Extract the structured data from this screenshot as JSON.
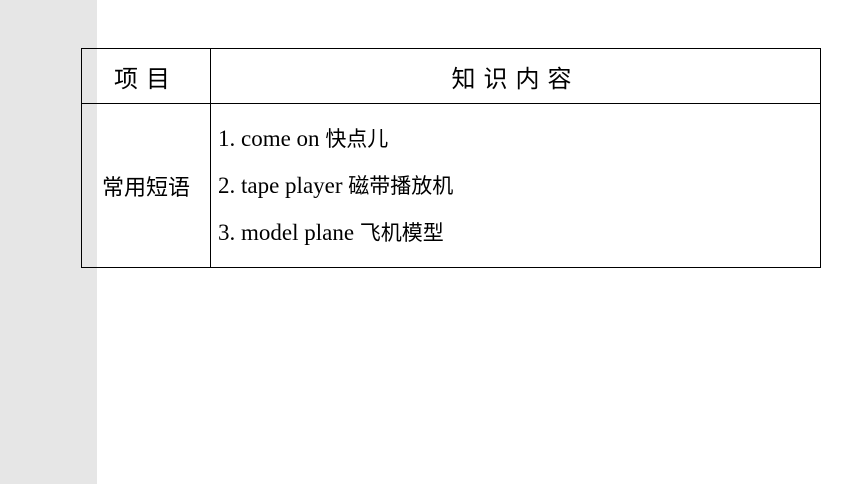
{
  "table": {
    "header": {
      "item": "项目",
      "content": "知识内容"
    },
    "rows": [
      {
        "category": "常用短语",
        "phrases": [
          {
            "english": "1. come on",
            "chinese": "快点儿"
          },
          {
            "english": "2. tape player",
            "chinese": "磁带播放机"
          },
          {
            "english": "3. model plane",
            "chinese": "飞机模型"
          }
        ]
      }
    ]
  }
}
